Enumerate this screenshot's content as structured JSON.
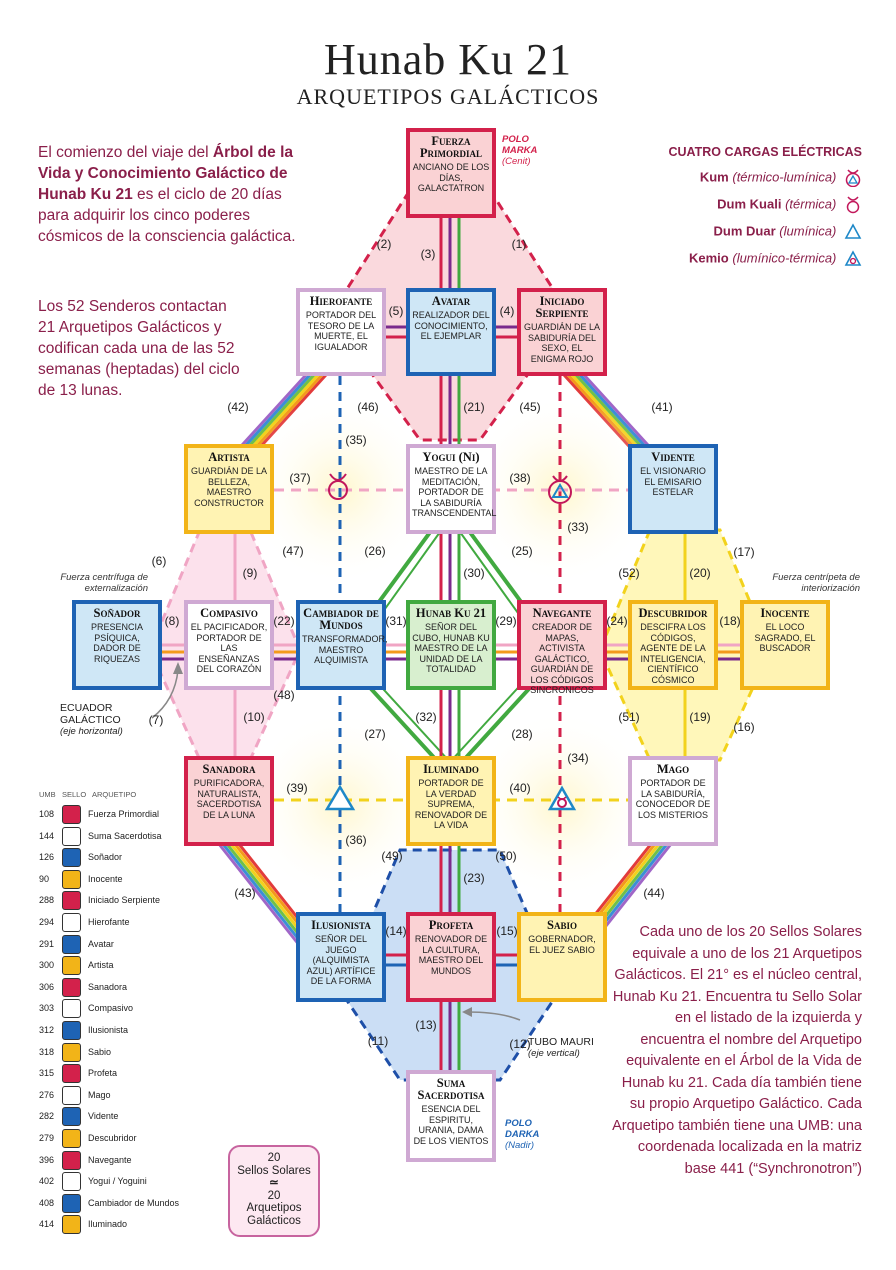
{
  "title": "Hunab Ku 21",
  "subtitle": "Arquetipos Galácticos",
  "intro": {
    "text1": "El comienzo del viaje del ",
    "bold1": "Árbol de la Vida y Conocimiento Galáctico de Hunab Ku 21",
    "text2": " es el ciclo de 20 días para adquirir los cinco poderes cósmicos de la consciencia galáctica."
  },
  "senderos_text": "Los 52 Senderos contactan 21 Arquetipos Galácticos y codifican cada una de las 52 semanas (heptadas) del ciclo de 13 lunas.",
  "charges": {
    "title": "CUATRO CARGAS ELÉCTRICAS",
    "items": [
      {
        "name": "Kum",
        "desc": "(térmico-lumínica)",
        "icon": "thermo-luminic-icon"
      },
      {
        "name": "Dum Kuali",
        "desc": "(térmica)",
        "icon": "thermic-icon"
      },
      {
        "name": "Dum Duar",
        "desc": "(lumínica)",
        "icon": "luminic-icon"
      },
      {
        "name": "Kemio",
        "desc": "(lumínico-térmica)",
        "icon": "lumino-thermic-icon"
      }
    ]
  },
  "polo_marka": {
    "label1": "POLO",
    "label2": "MARKA",
    "sub": "(Cenit)",
    "color": "#d3214b"
  },
  "polo_darka": {
    "label1": "POLO",
    "label2": "DARKA",
    "sub": "(Nadir)",
    "color": "#1e63b4"
  },
  "notes": {
    "centrifuga": "Fuerza centrífuga de externalización",
    "centripeta": "Fuerza centrípeta de interiorización",
    "ecuador_1": "ECUADOR",
    "ecuador_2": "GALÁCTICO",
    "ecuador_3": "(eje horizontal)",
    "tubo_1": "TUBO MAURI",
    "tubo_2": "(eje vertical)"
  },
  "archetypes": {
    "fuerza": {
      "name": "Fuerza Primordial",
      "desc": "Anciano de los días, Galactatron"
    },
    "hierofante": {
      "name": "Hierofante",
      "desc": "Portador del tesoro de la muerte, el igualador"
    },
    "avatar": {
      "name": "Avatar",
      "desc": "Realizador del conocimiento, el ejemplar"
    },
    "iniciado": {
      "name": "Iniciado Serpiente",
      "desc": "Guardián de la sabiduría del sexo, el enigma rojo"
    },
    "artista": {
      "name": "Artista",
      "desc": "Guardián de la belleza, maestro constructor"
    },
    "yogui": {
      "name": "Yogui (Ni)",
      "desc": "Maestro de la meditación, portador de la sabiduría transcendental"
    },
    "vidente": {
      "name": "Vidente",
      "desc": "El visionario el emisario estelar"
    },
    "sonador": {
      "name": "Soñador",
      "desc": "Presencia psíquica, dador de riquezas"
    },
    "compasivo": {
      "name": "Compasivo",
      "desc": "El pacificador, portador de las enseñanzas del corazón"
    },
    "cambiador": {
      "name": "Cambiador de Mundos",
      "desc": "Transformador, maestro alquimista"
    },
    "hunab": {
      "name": "Hunab Ku 21",
      "desc": "Señor del cubo, Hunab Ku maestro de la unidad de la totalidad"
    },
    "navegante": {
      "name": "Navegante",
      "desc": "Creador de mapas, activista galáctico, guardián de los códigos sincronicos"
    },
    "descubridor": {
      "name": "Descubridor",
      "desc": "Descifra los códigos, agente de la inteligencia, científico cósmico"
    },
    "inocente": {
      "name": "Inocente",
      "desc": "El loco sagrado, el buscador"
    },
    "sanadora": {
      "name": "Sanadora",
      "desc": "Purificadora, naturalista, sacerdotisa de la luna"
    },
    "iluminado": {
      "name": "Iluminado",
      "desc": "Portador de la verdad suprema, renovador de la vida"
    },
    "mago": {
      "name": "Mago",
      "desc": "Portador de la sabiduría, conocedor de los misterios"
    },
    "ilusionista": {
      "name": "Ilusionista",
      "desc": "Señor del juego (alquimista azul) artífice de la forma"
    },
    "profeta": {
      "name": "Profeta",
      "desc": "Renovador de la cultura, maestro del mundos"
    },
    "sabio": {
      "name": "Sabio",
      "desc": "Gobernador, el juez sabio"
    },
    "suma": {
      "name": "Suma Sacerdotisa",
      "desc": "Esencia del espiritu, Urania, dama de los vientos"
    }
  },
  "paths": [
    "(1)",
    "(2)",
    "(3)",
    "(4)",
    "(5)",
    "(6)",
    "(7)",
    "(8)",
    "(9)",
    "(10)",
    "(11)",
    "(12)",
    "(13)",
    "(14)",
    "(15)",
    "(16)",
    "(17)",
    "(18)",
    "(19)",
    "(20)",
    "(21)",
    "(22)",
    "(23)",
    "(24)",
    "(25)",
    "(26)",
    "(27)",
    "(28)",
    "(29)",
    "(30)",
    "(31)",
    "(32)",
    "(33)",
    "(34)",
    "(35)",
    "(36)",
    "(37)",
    "(38)",
    "(39)",
    "(40)",
    "(41)",
    "(42)",
    "(43)",
    "(44)",
    "(45)",
    "(46)",
    "(47)",
    "(48)",
    "(49)",
    "(50)",
    "(51)",
    "(52)"
  ],
  "legend": {
    "head_umb": "UMB",
    "head_sello": "SELLO",
    "head_arq": "ARQUETIPO",
    "rows": [
      {
        "umb": "108",
        "arq": "Fuerza Primordial",
        "color": "#d3214b"
      },
      {
        "umb": "144",
        "arq": "Suma Sacerdotisa",
        "color": "#ffffff"
      },
      {
        "umb": "126",
        "arq": "Soñador",
        "color": "#1e63b4"
      },
      {
        "umb": "90",
        "arq": "Inocente",
        "color": "#f2b418"
      },
      {
        "umb": "288",
        "arq": "Iniciado Serpiente",
        "color": "#d3214b"
      },
      {
        "umb": "294",
        "arq": "Hierofante",
        "color": "#ffffff"
      },
      {
        "umb": "291",
        "arq": "Avatar",
        "color": "#1e63b4"
      },
      {
        "umb": "300",
        "arq": "Artista",
        "color": "#f2b418"
      },
      {
        "umb": "306",
        "arq": "Sanadora",
        "color": "#d3214b"
      },
      {
        "umb": "303",
        "arq": "Compasivo",
        "color": "#ffffff"
      },
      {
        "umb": "312",
        "arq": "Ilusionista",
        "color": "#1e63b4"
      },
      {
        "umb": "318",
        "arq": "Sabio",
        "color": "#f2b418"
      },
      {
        "umb": "315",
        "arq": "Profeta",
        "color": "#d3214b"
      },
      {
        "umb": "276",
        "arq": "Mago",
        "color": "#ffffff"
      },
      {
        "umb": "282",
        "arq": "Vidente",
        "color": "#1e63b4"
      },
      {
        "umb": "279",
        "arq": "Descubridor",
        "color": "#f2b418"
      },
      {
        "umb": "396",
        "arq": "Navegante",
        "color": "#d3214b"
      },
      {
        "umb": "402",
        "arq": "Yogui / Yoguini",
        "color": "#ffffff"
      },
      {
        "umb": "408",
        "arq": "Cambiador de Mundos",
        "color": "#1e63b4"
      },
      {
        "umb": "414",
        "arq": "Iluminado",
        "color": "#f2b418"
      }
    ]
  },
  "equivalence": {
    "top": "20",
    "line1": "Sellos Solares",
    "symbol": "≃",
    "bottom": "20",
    "line2": "Arquetipos",
    "line3": "Galácticos"
  },
  "right_text": "Cada uno de los 20 Sellos Solares equivale a uno de los 21 Arquetipos Galácticos. El 21° es el núcleo central, Hunab Ku 21. Encuentra tu Sello Solar en el listado de la izquierda y encuentra el nombre del Arquetipo equivalente en el Árbol de la Vida de Hunab ku 21. Cada día también tiene su propio Arquetipo Galáctico. Cada Arquetipo también tiene una UMB: una coordenada localizada en la matriz base 441 (“Synchronotron”)"
}
